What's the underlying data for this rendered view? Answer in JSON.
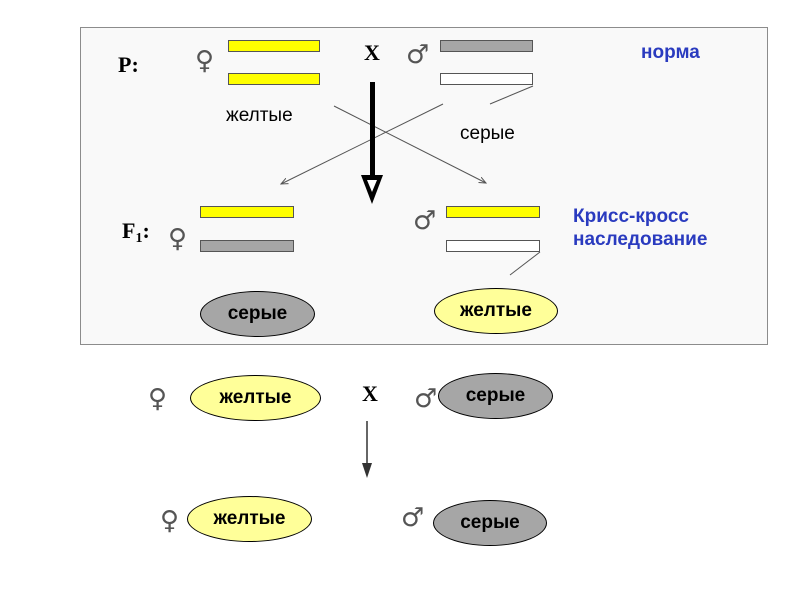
{
  "labels": {
    "p": "P:",
    "f1_main": "F",
    "f1_sub": "1",
    "f1_colon": ":",
    "cross_top": "X",
    "cross_bottom": "X",
    "female": "♀",
    "male": "♂",
    "norm": "норма",
    "criss_cross_line1": "Крисс-кросс",
    "criss_cross_line2": "наследование"
  },
  "parents": {
    "female_phenotype": "желтые",
    "male_phenotype": "серые"
  },
  "f1": {
    "female_phenotype": "серые",
    "male_phenotype": "желтые"
  },
  "second_cross": {
    "female_phenotype": "желтые",
    "male_phenotype": "серые"
  },
  "offspring": {
    "female_phenotype": "желтые",
    "male_phenotype": "серые"
  },
  "colors": {
    "yellow": "#ffff00",
    "light_yellow": "#ffff99",
    "grey": "#a6a6a6",
    "white": "#ffffff",
    "blue_text": "#2a3bbf"
  }
}
